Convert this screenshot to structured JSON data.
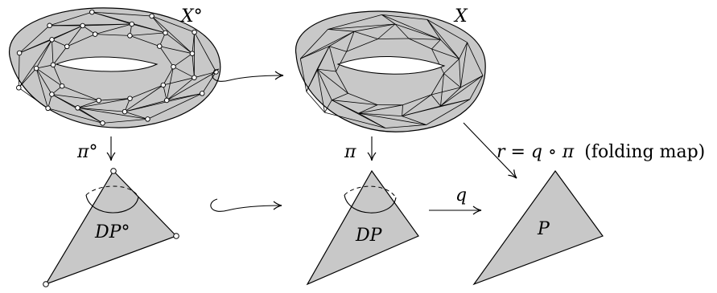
{
  "labels": {
    "x_circ": "X°",
    "x": "X",
    "pi_circ": "π°",
    "pi": "π",
    "r_formula": "r = q ∘ π",
    "r_suffix": "(folding map)",
    "q": "q",
    "dp_circ": "DP°",
    "dp": "DP",
    "p": "P"
  },
  "colors": {
    "fill": "#c8c8c8",
    "stroke": "#000000",
    "vertex_fill": "#ffffff"
  },
  "icons": {
    "down_arrow": "down-arrow-icon",
    "hook_arrow": "hook-arrow-icon",
    "right_arrow": "right-arrow-icon"
  }
}
